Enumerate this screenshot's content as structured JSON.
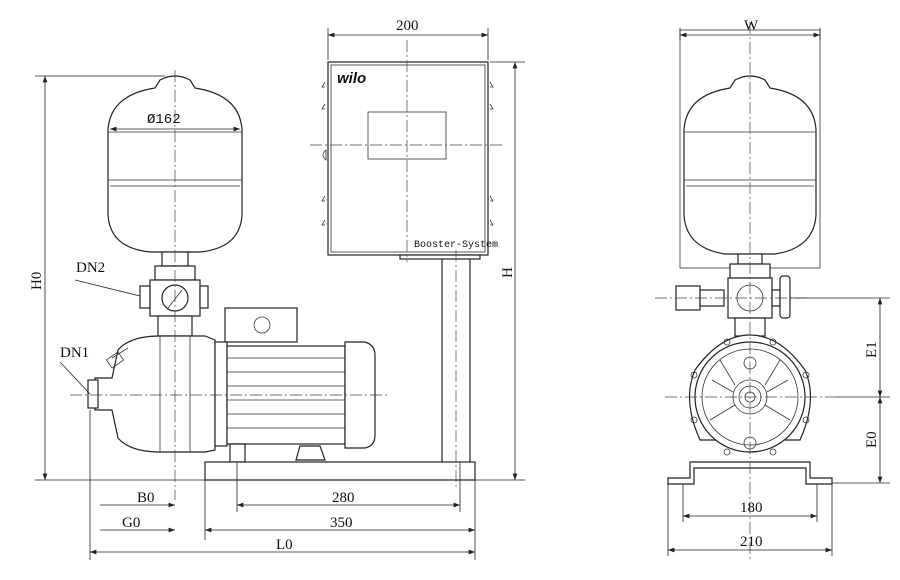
{
  "title": "Booster system dimension drawing",
  "control_box": {
    "brand": "wilo",
    "label": "Booster-System"
  },
  "dimensions": {
    "box_width": "200",
    "tank_diameter": "Ø162",
    "height_H": "H",
    "height_H0": "H0",
    "dn2": "DN2",
    "dn1": "DN1",
    "b0": "B0",
    "base_280": "280",
    "g0": "G0",
    "base_350": "350",
    "l0": "L0",
    "width_W": "W",
    "e1": "E1",
    "e0": "E0",
    "foot_180": "180",
    "foot_210": "210"
  }
}
